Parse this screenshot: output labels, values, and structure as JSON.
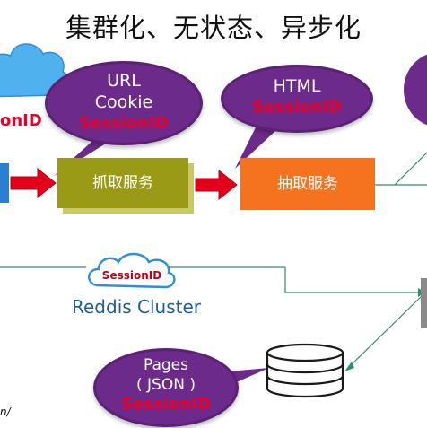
{
  "title": "集群化、无状态、异步化",
  "left_cloud_text": "onID",
  "bubbles": {
    "top_left": {
      "line1": "URL",
      "line2": "Cookie",
      "line3": "SessionID"
    },
    "top_middle": {
      "line1": "HTML",
      "line2": "SessionID"
    },
    "bottom": {
      "line1": "Pages",
      "line2": "( JSON )",
      "line3": "SessionID"
    }
  },
  "boxes": {
    "crawl_service": "抓取服务",
    "extract_service": "抽取服务"
  },
  "cluster": {
    "cloud_text": "SessionID",
    "label": "Reddis Cluster"
  },
  "bottom_left_text": "n/",
  "colors": {
    "bubble": "#6c2a8a",
    "accent_red": "#e8002a",
    "olive_box": "#9a9a17",
    "orange_box": "#f5731e",
    "blue_text": "#1f5d92",
    "line_green": "#2f8f6a"
  }
}
